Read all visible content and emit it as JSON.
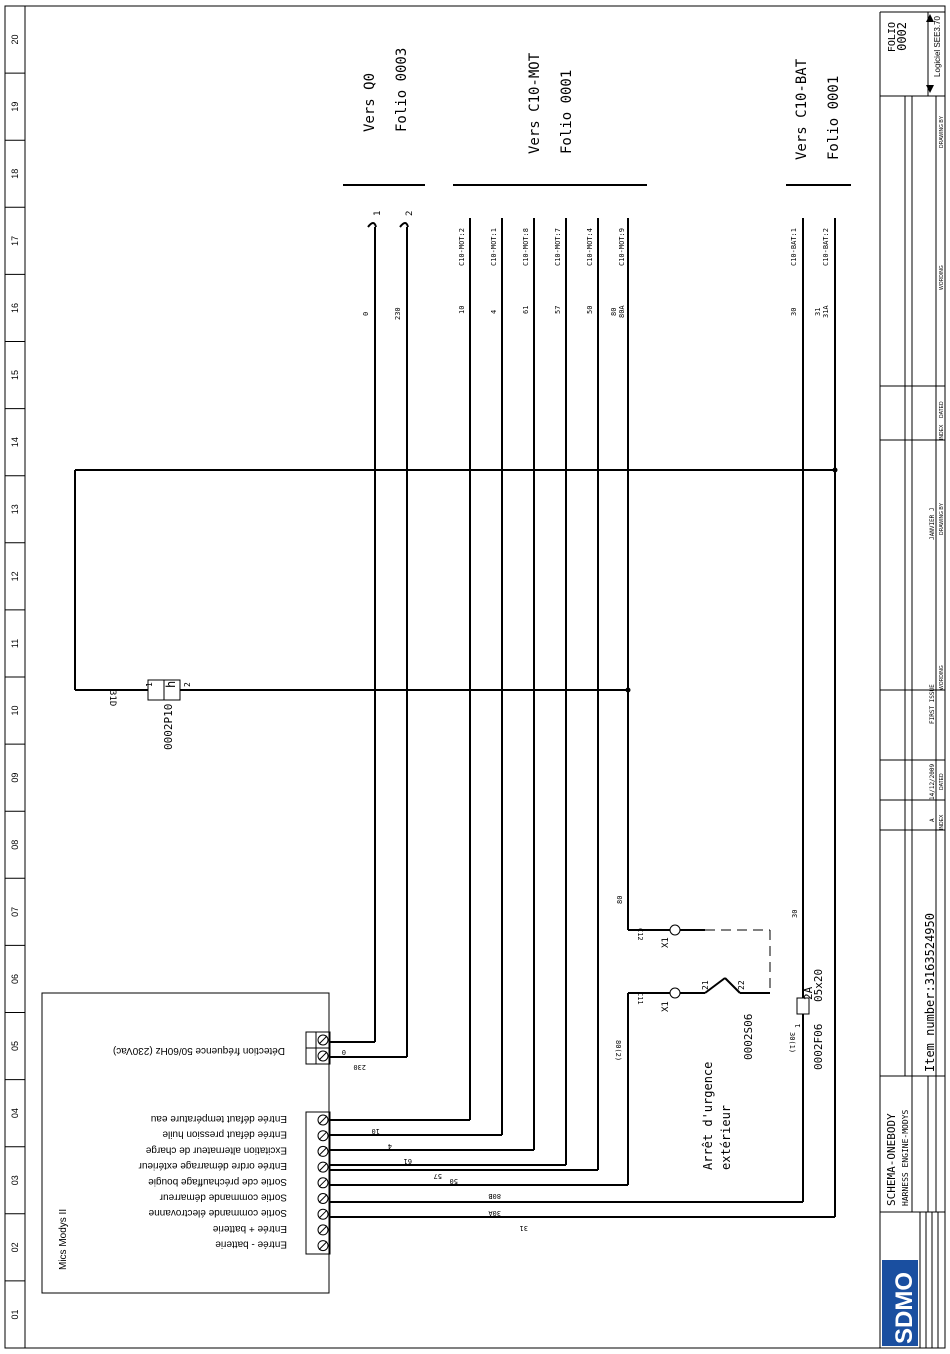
{
  "frame": {
    "ruler_numbers": [
      "20",
      "19",
      "18",
      "17",
      "16",
      "15",
      "14",
      "13",
      "12",
      "11",
      "10",
      "09",
      "08",
      "07",
      "06",
      "05",
      "04",
      "03",
      "02",
      "01"
    ]
  },
  "destinations": [
    {
      "line1": "Vers Q0",
      "line2": "Folio 0003"
    },
    {
      "line1": "Vers C10-MOT",
      "line2": "Folio 0001"
    },
    {
      "line1": "Vers C10-BAT",
      "line2": "Folio 0001"
    }
  ],
  "top_connectors": [
    {
      "num": "1",
      "wire": "0"
    },
    {
      "num": "2",
      "wire": "230"
    },
    {
      "ref": "C10-MOT:2",
      "wire": "10"
    },
    {
      "ref": "C10-MOT:1",
      "wire": "4"
    },
    {
      "ref": "C10-MOT:8",
      "wire": "61"
    },
    {
      "ref": "C10-MOT:7",
      "wire": "57"
    },
    {
      "ref": "C10-MOT:4",
      "wire": "50"
    },
    {
      "ref": "C10-MOT:9",
      "wire": "80",
      "wire2": "80A"
    },
    {
      "ref": "C10-BAT:1",
      "wire": "30"
    },
    {
      "ref": "C10-BAT:2",
      "wire": "31",
      "wire2": "31A"
    }
  ],
  "module": {
    "name": "Mics Modys II",
    "freq_label": "Détection fréquence 50/60Hz (230Vac)",
    "inputs": [
      "Entrée défaut température eau",
      "Entrée défaut pression huile",
      "Excitation alternateur de charge",
      "Entrée ordre démarrage extérieur",
      "Sortie cde préchauffage bougie",
      "Sortie commande démarreur",
      "Sortie commande électrovanne",
      "Entrée + batterie",
      "Entrée - batterie"
    ],
    "wires": [
      "10",
      "4",
      "61",
      "57",
      "50",
      "80B",
      "30A",
      "31"
    ],
    "freq_wires": [
      "0",
      "230"
    ]
  },
  "relay": {
    "ref": "0002P10",
    "pin1": "1",
    "pin2": "2",
    "wire": "31D",
    "symbol": "h"
  },
  "estop": {
    "ref": "0002S06",
    "label1": "Arrêt d'urgence",
    "label2": "extérieur",
    "x1a": "X1",
    "x1b": "X1",
    "pin_a": "C12",
    "pin_b": "C11",
    "contact_21": "21",
    "contact_22": "22",
    "wire_80": "80",
    "wire_80d": "80(2)"
  },
  "fuse": {
    "ref": "0002F06",
    "rating": "2A",
    "size": "05x20",
    "wire_top": "30",
    "wire_bot": "30(1)",
    "pin": "1"
  },
  "title_block": {
    "folio_label": "FOLIO",
    "folio_num": "0002",
    "software": "Logiciel SEE3.70",
    "schema": "SCHEMA-ONEBODY",
    "harness": "HARNESS ENGINE-MODYS",
    "item": "Item number:3163524950",
    "logo": "SDMO",
    "revision_index": "A",
    "revision_date": "14/12/2009",
    "revision_desc": "FIRST ISSUE",
    "drawn": "JANVIER J",
    "hdr_index": "INDEX",
    "hdr_dated": "DATED",
    "hdr_wording": "WORDING",
    "hdr_drawing_by": "DRAWING BY"
  }
}
